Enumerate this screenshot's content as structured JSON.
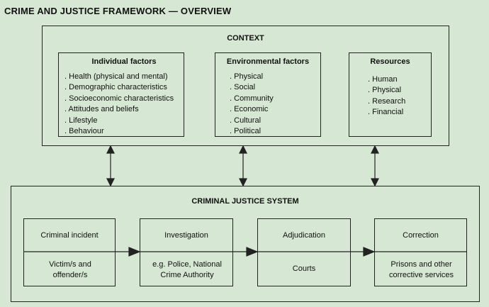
{
  "title": "CRIME AND JUSTICE FRAMEWORK — OVERVIEW",
  "context": {
    "heading": "CONTEXT",
    "groups": [
      {
        "title": "Individual factors",
        "items": [
          "Health (physical and mental)",
          "Demographic characteristics",
          "Socioeconomic characteristics",
          "Attitudes and beliefs",
          "Lifestyle",
          "Behaviour"
        ]
      },
      {
        "title": "Environmental factors",
        "items": [
          "Physical",
          "Social",
          "Community",
          "Economic",
          "Cultural",
          "Political"
        ]
      },
      {
        "title": "Resources",
        "items": [
          "Human",
          "Physical",
          "Research",
          "Financial"
        ]
      }
    ]
  },
  "cjs": {
    "heading": "CRIMINAL JUSTICE SYSTEM",
    "stages": [
      {
        "title": "Criminal incident",
        "detail": "Victim/s and offender/s"
      },
      {
        "title": "Investigation",
        "detail": "e.g. Police, National Crime Authority"
      },
      {
        "title": "Adjudication",
        "detail": "Courts"
      },
      {
        "title": "Correction",
        "detail": "Prisons and other corrective services"
      }
    ]
  },
  "colors": {
    "background": "#d6e8d3",
    "line": "#222222"
  }
}
